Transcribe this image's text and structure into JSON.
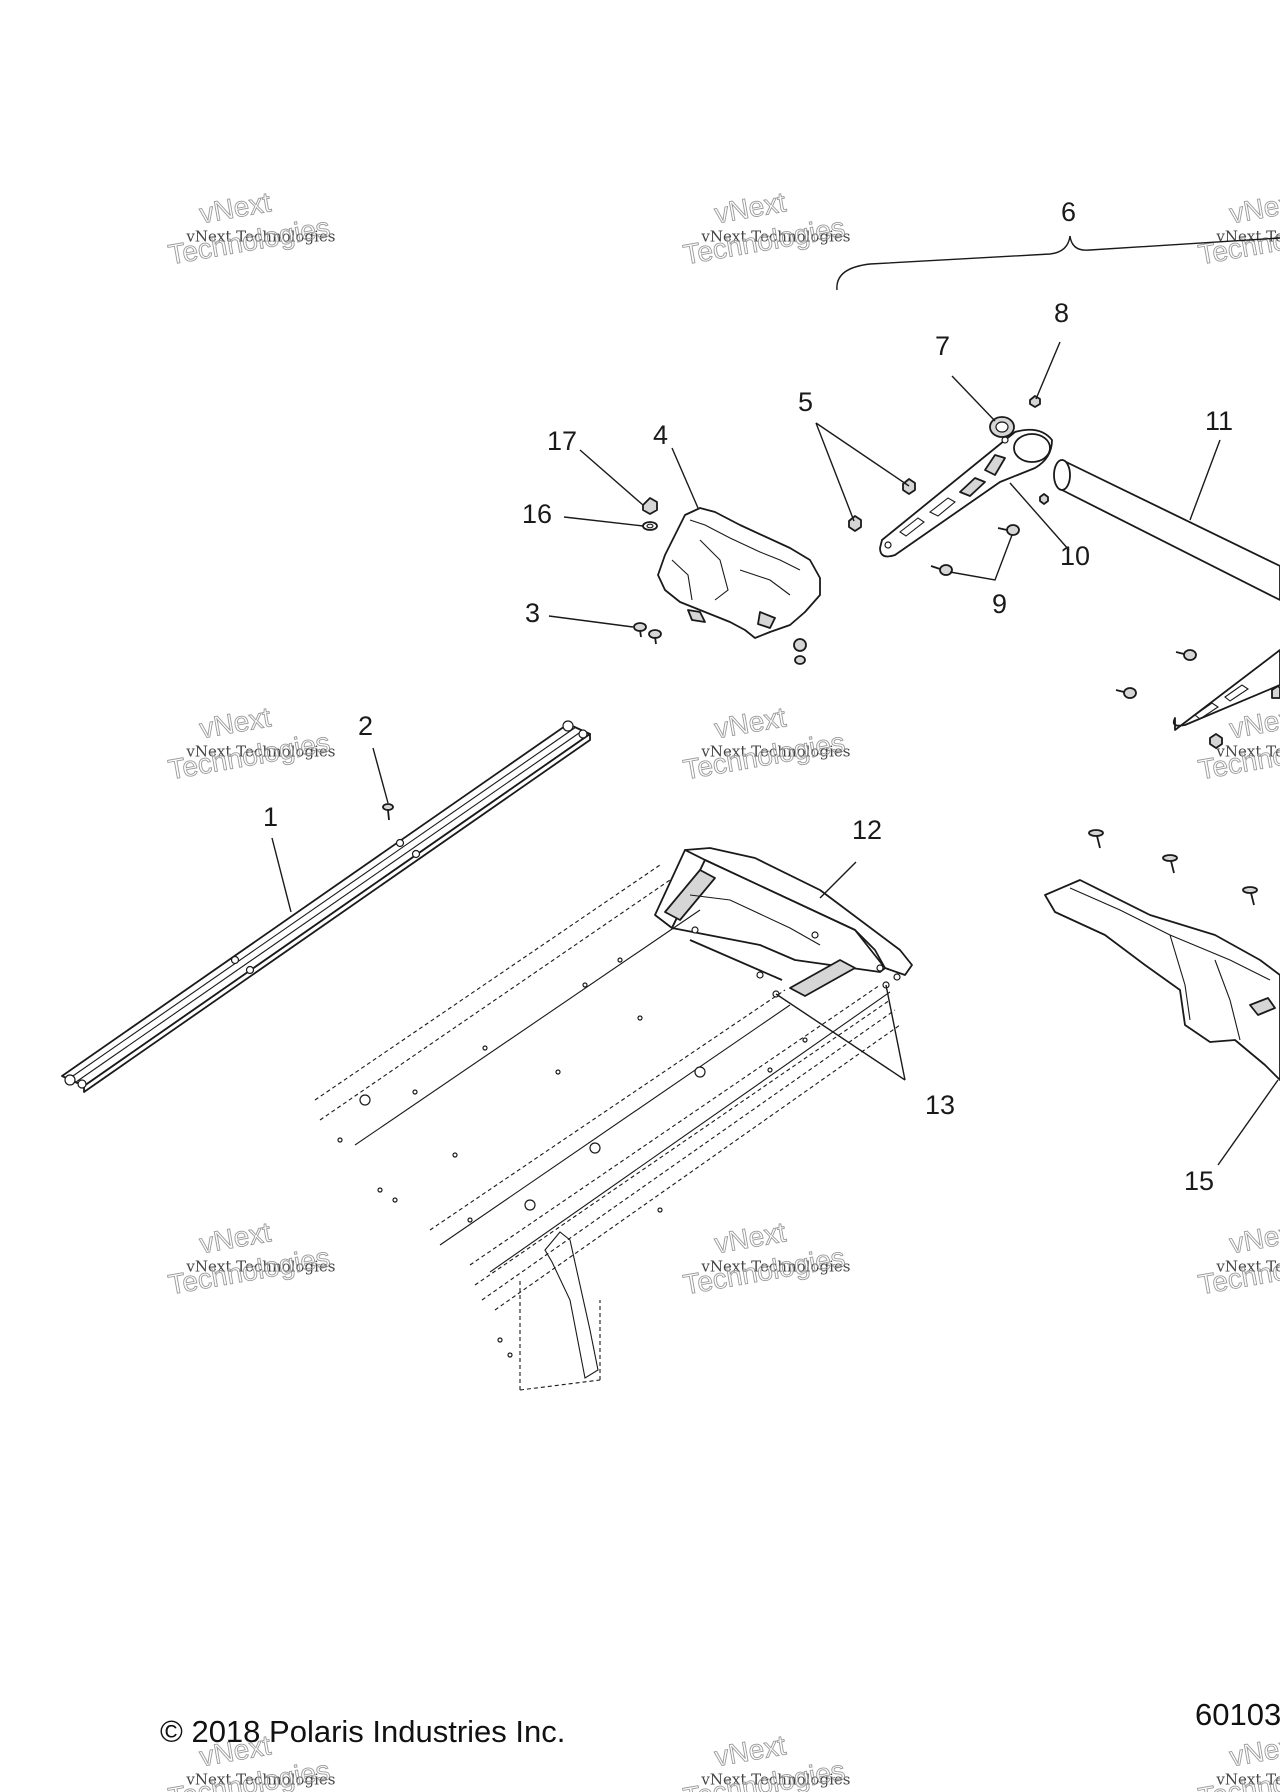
{
  "diagram": {
    "callouts": [
      "1",
      "2",
      "3",
      "4",
      "5",
      "6",
      "7",
      "8",
      "9",
      "10",
      "11",
      "12",
      "13",
      "15",
      "16",
      "17"
    ],
    "copyright": "© 2018 Polaris Industries Inc.",
    "figure_number": "60103",
    "watermark": {
      "line1": "vNext Technologies",
      "line2": "vNext",
      "line3": "Technologies"
    }
  }
}
